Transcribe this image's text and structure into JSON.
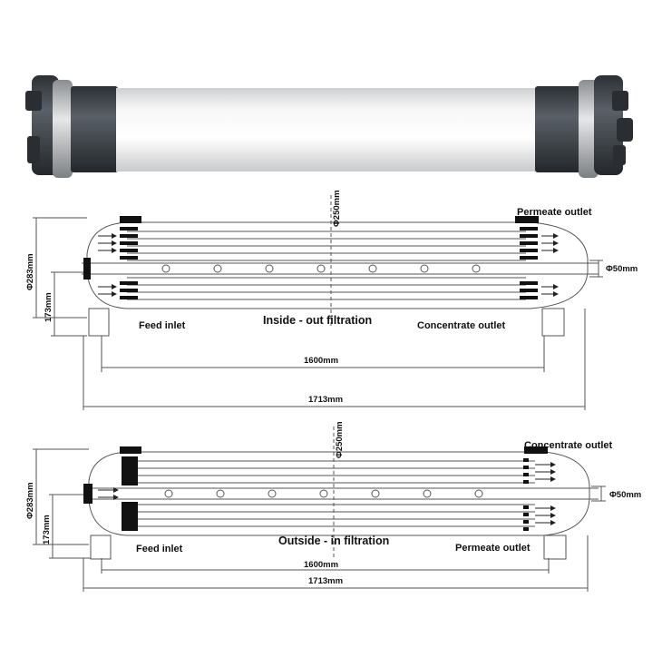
{
  "photo": {
    "description_icon": "membrane-module-photo"
  },
  "diagram_top": {
    "mode_label": "Inside - out filtration",
    "feed_label": "Feed inlet",
    "outlet_top_label": "Permeate outlet",
    "outlet_bottom_label": "Concentrate outlet",
    "diameter_label": "Φ250mm",
    "outer_diameter_label": "Φ283mm",
    "inner_height_label": "173mm",
    "port_label": "Φ50mm",
    "length_inner_label": "1600mm",
    "length_total_label": "1713mm"
  },
  "diagram_bottom": {
    "mode_label": "Outside - in filtration",
    "feed_label": "Feed inlet",
    "outlet_top_label": "Concentrate outlet",
    "outlet_bottom_label": "Permeate outlet",
    "diameter_label": "Φ250mm",
    "outer_diameter_label": "Φ283mm",
    "inner_height_label": "173mm",
    "port_label": "Φ50mm",
    "length_inner_label": "1600mm",
    "length_total_label": "1713mm"
  },
  "colors": {
    "line": "#555555",
    "dark": "#111111",
    "tube_body": "#eeeeee",
    "end_cap": "#3a3f44",
    "clamp": "#b9bcbf"
  }
}
